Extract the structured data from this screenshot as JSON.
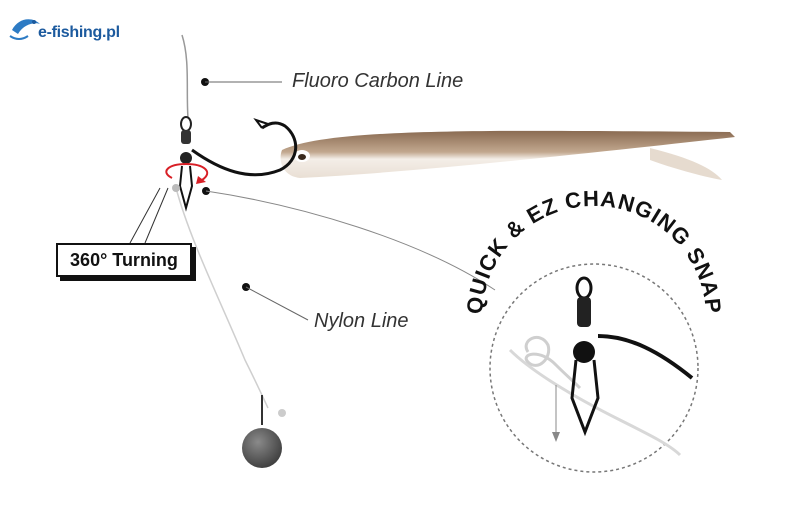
{
  "logo": {
    "text": "e-fishing.pl",
    "icon": "fish-logo-icon"
  },
  "labels": {
    "fluoro": "Fluoro Carbon Line",
    "turning": "360° Turning",
    "nylon": "Nylon Line",
    "snap": "QUICK & EZ CHANGING SNAP"
  },
  "colors": {
    "lure_body": "#9b7d63",
    "lure_belly": "#f3ece4",
    "arrow_red": "#d81f26",
    "sinker": "#555555"
  }
}
